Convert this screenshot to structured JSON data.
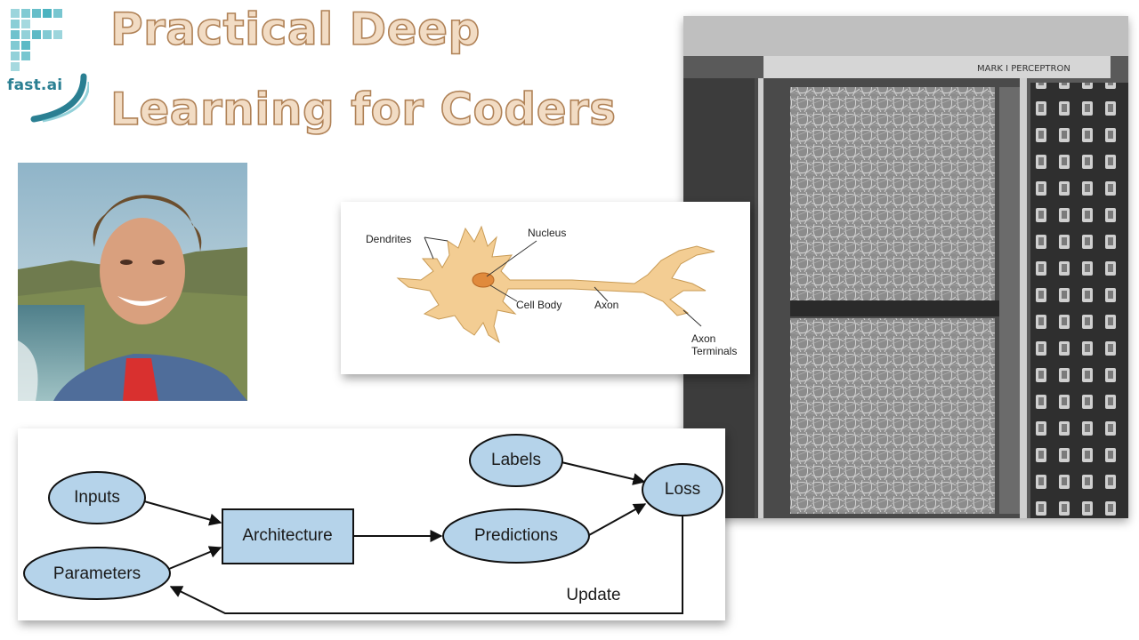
{
  "logo": {
    "text": "fast.ai"
  },
  "title": {
    "line1": "Practical Deep",
    "line2": "Learning for Coders"
  },
  "neuron_diagram": {
    "labels": {
      "dendrites": "Dendrites",
      "nucleus": "Nucleus",
      "cell_body": "Cell Body",
      "axon": "Axon",
      "axon_terminals_1": "Axon",
      "axon_terminals_2": "Terminals"
    }
  },
  "perceptron_photo": {
    "plate_text": "MARK I PERCEPTRON"
  },
  "training_diagram": {
    "nodes": {
      "inputs": "Inputs",
      "parameters": "Parameters",
      "architecture": "Architecture",
      "predictions": "Predictions",
      "labels": "Labels",
      "loss": "Loss"
    },
    "update_label": "Update"
  },
  "colors": {
    "title_fill": "#f2dcc4",
    "title_stroke": "#b08257",
    "node_fill": "#b5d3ea",
    "logo_teal": "#2a7f92",
    "neuron_fill": "#f3cd93"
  }
}
